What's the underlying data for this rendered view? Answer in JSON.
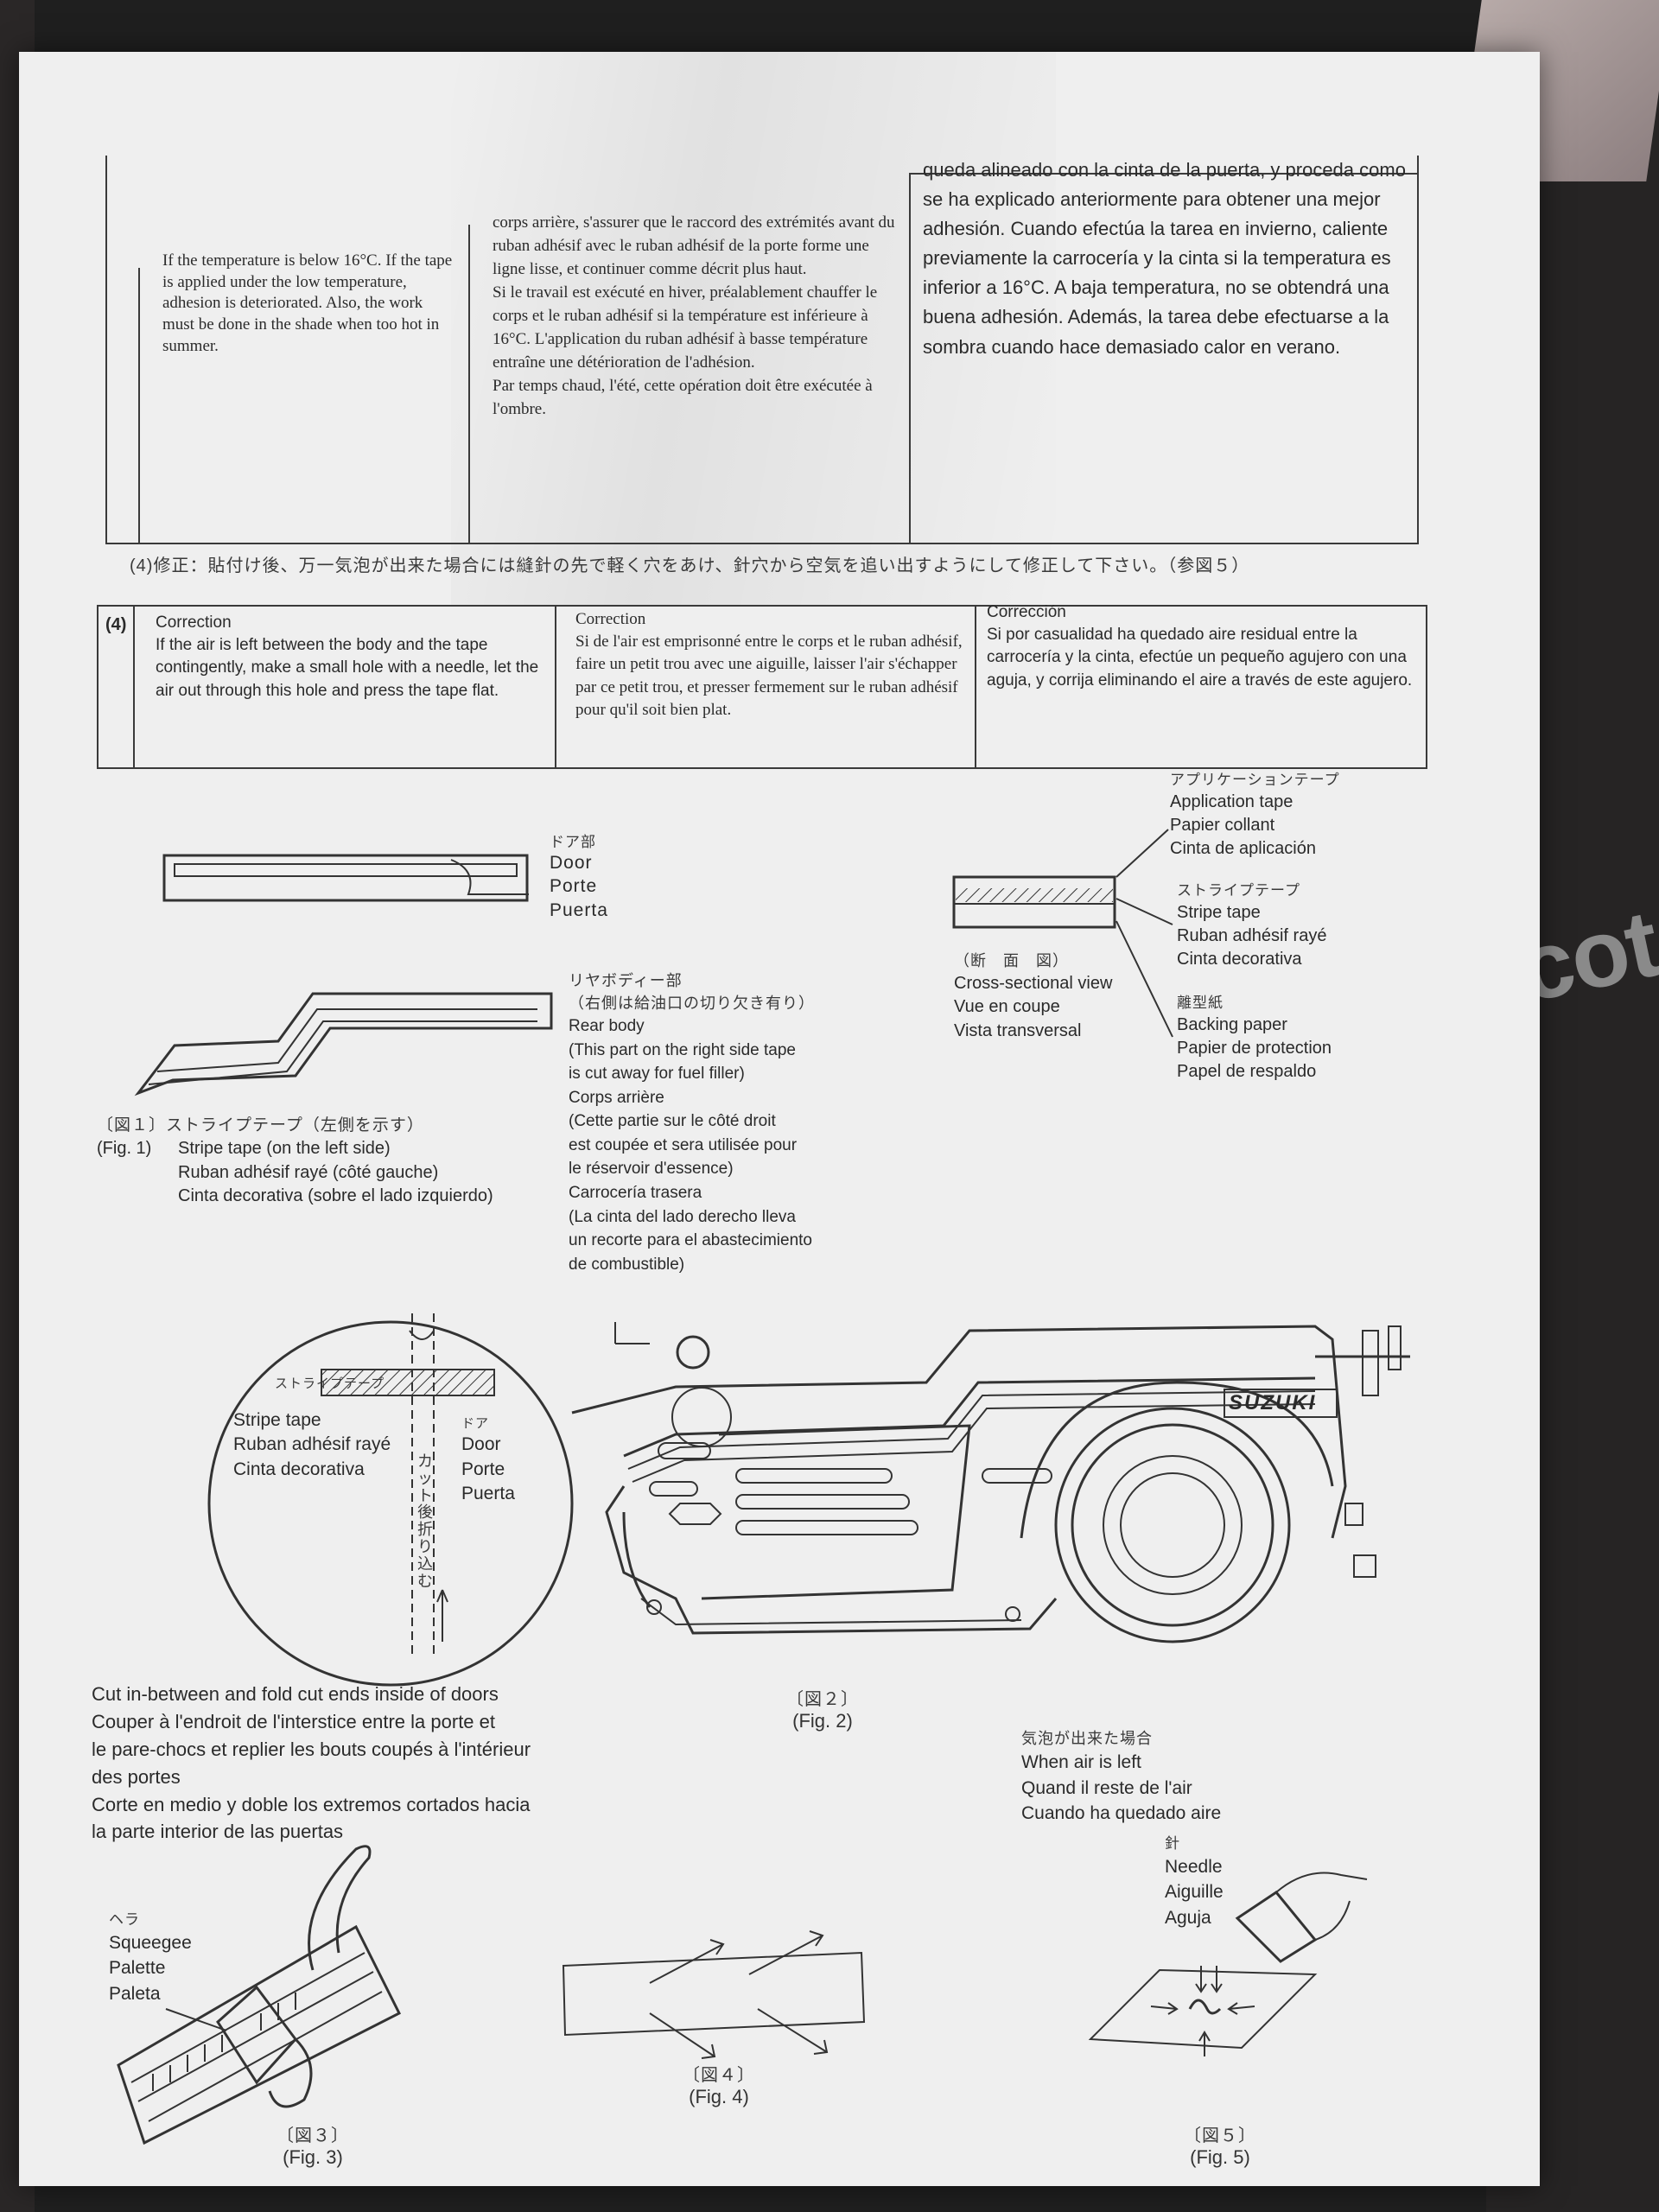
{
  "top_table": {
    "col_en": "If the temperature is below 16°C. If the tape is applied under the low temperature, adhesion is deteriorated. Also, the work must be done in the shade when too hot in summer.",
    "col_fr_1": "corps arrière, s'assurer que le raccord des extrémités avant du ruban adhésif avec le ruban adhésif de la porte forme une ligne lisse, et continuer comme décrit plus haut.",
    "col_fr_2": "Si le travail est exécuté en hiver, préalablement chauffer le corps et le ruban adhésif si la température est inférieure à 16°C. L'application du ruban adhésif à basse température entraîne une détérioration de l'adhésion.",
    "col_fr_3": "Par temps chaud, l'été, cette opération doit être exécutée à l'ombre.",
    "col_es": "queda alineado con la cinta de la puerta, y proceda como se ha explicado anteriormente para obtener una mejor adhesión. Cuando efectúa la tarea en invierno, caliente previamente la carrocería y la cinta si la temperatura es inferior a 16°C. A baja temperatura, no se obtendrá una buena adhesión. Además, la tarea debe efectuarse a la sombra cuando hace demasiado calor en verano."
  },
  "jp_correction": "(4)修正：貼付け後、万一気泡が出来た場合には縫針の先で軽く穴をあけ、針穴から空気を追い出すようにして修正して下さい。（参図５）",
  "correction_table": {
    "num": "(4)",
    "en_title": "Correction",
    "en_body": "If the air is left between the body and the tape contingently, make a small hole with a needle, let the air out through this hole and press the tape flat.",
    "fr_title": "Correction",
    "fr_body": "Si de l'air est emprisonné entre le corps et le ruban adhésif, faire un petit trou avec une aiguille, laisser l'air s'échapper par ce petit trou, et presser fermement sur le ruban adhésif pour qu'il soit bien plat.",
    "es_title": "Corrección",
    "es_body": "Si por casualidad ha quedado aire residual entre la carrocería y la cinta, efectúe un pequeño agujero con una aguja, y corrija eliminando el aire a través de este agujero."
  },
  "fig1": {
    "door_jp": "ドア部",
    "door": [
      "Door",
      "Porte",
      "Puerta"
    ],
    "rear_jp_1": "リヤボディー部",
    "rear_jp_2": "（右側は給油口の切り欠き有り）",
    "rear": [
      "Rear body",
      "(This part on the right side tape",
      "is cut away for fuel filler)",
      "Corps arrière",
      "(Cette partie sur le côté droit",
      "est coupée et sera utilisée pour",
      "le réservoir d'essence)",
      "Carrocería trasera",
      "(La cinta del lado derecho lleva",
      "un recorte para el abastecimiento",
      "de combustible)"
    ],
    "caption_jp": "〔図１〕ストライプテープ（左側を示す）",
    "caption_num": "(Fig. 1)",
    "caption": [
      "Stripe tape (on the left side)",
      "Ruban adhésif rayé (côté gauche)",
      "Cinta decorativa (sobre el lado izquierdo)"
    ]
  },
  "cross_section": {
    "app_jp": "アプリケーションテープ",
    "app": [
      "Application tape",
      "Papier collant",
      "Cinta de aplicación"
    ],
    "stripe_jp": "ストライプテープ",
    "stripe": [
      "Stripe tape",
      "Ruban adhésif rayé",
      "Cinta decorativa"
    ],
    "backing_jp": "離型紙",
    "backing": [
      "Backing paper",
      "Papier de protection",
      "Papel de respaldo"
    ],
    "view_jp": "（断　面　図）",
    "view": [
      "Cross-sectional view",
      "Vue en coupe",
      "Vista transversal"
    ]
  },
  "fig2": {
    "circle_stripe_jp": "ストライプテープ",
    "circle_stripe": [
      "Stripe tape",
      "Ruban adhésif rayé",
      "Cinta decorativa"
    ],
    "circle_door_jp": "ドア",
    "circle_door": [
      "Door",
      "Porte",
      "Puerta"
    ],
    "cut_jp": "カット後折り込む",
    "brand": "SUZUKI",
    "caption_jp": "〔図２〕",
    "caption": "(Fig. 2)",
    "instructions": [
      "Cut in-between and fold cut ends inside of doors",
      "Couper à l'endroit de l'interstice entre la porte et",
      "le pare-chocs et replier les bouts coupés à l'intérieur",
      "des portes",
      "Corte en medio y doble los extremos cortados hacia",
      "la parte interior de las puertas"
    ]
  },
  "fig3": {
    "tool_jp": "ヘラ",
    "tool": [
      "Squeegee",
      "Palette",
      "Paleta"
    ],
    "caption_jp": "〔図３〕",
    "caption": "(Fig. 3)"
  },
  "fig4": {
    "caption_jp": "〔図４〕",
    "caption": "(Fig. 4)"
  },
  "fig5": {
    "air_jp": "気泡が出来た場合",
    "air": [
      "When air is left",
      "Quand il reste de l'air",
      "Cuando ha quedado aire"
    ],
    "needle_jp": "針",
    "needle": [
      "Needle",
      "Aiguille",
      "Aguja"
    ],
    "caption_jp": "〔図５〕",
    "caption": "(Fig. 5)"
  },
  "background": {
    "logo_fragment": "icotc"
  }
}
